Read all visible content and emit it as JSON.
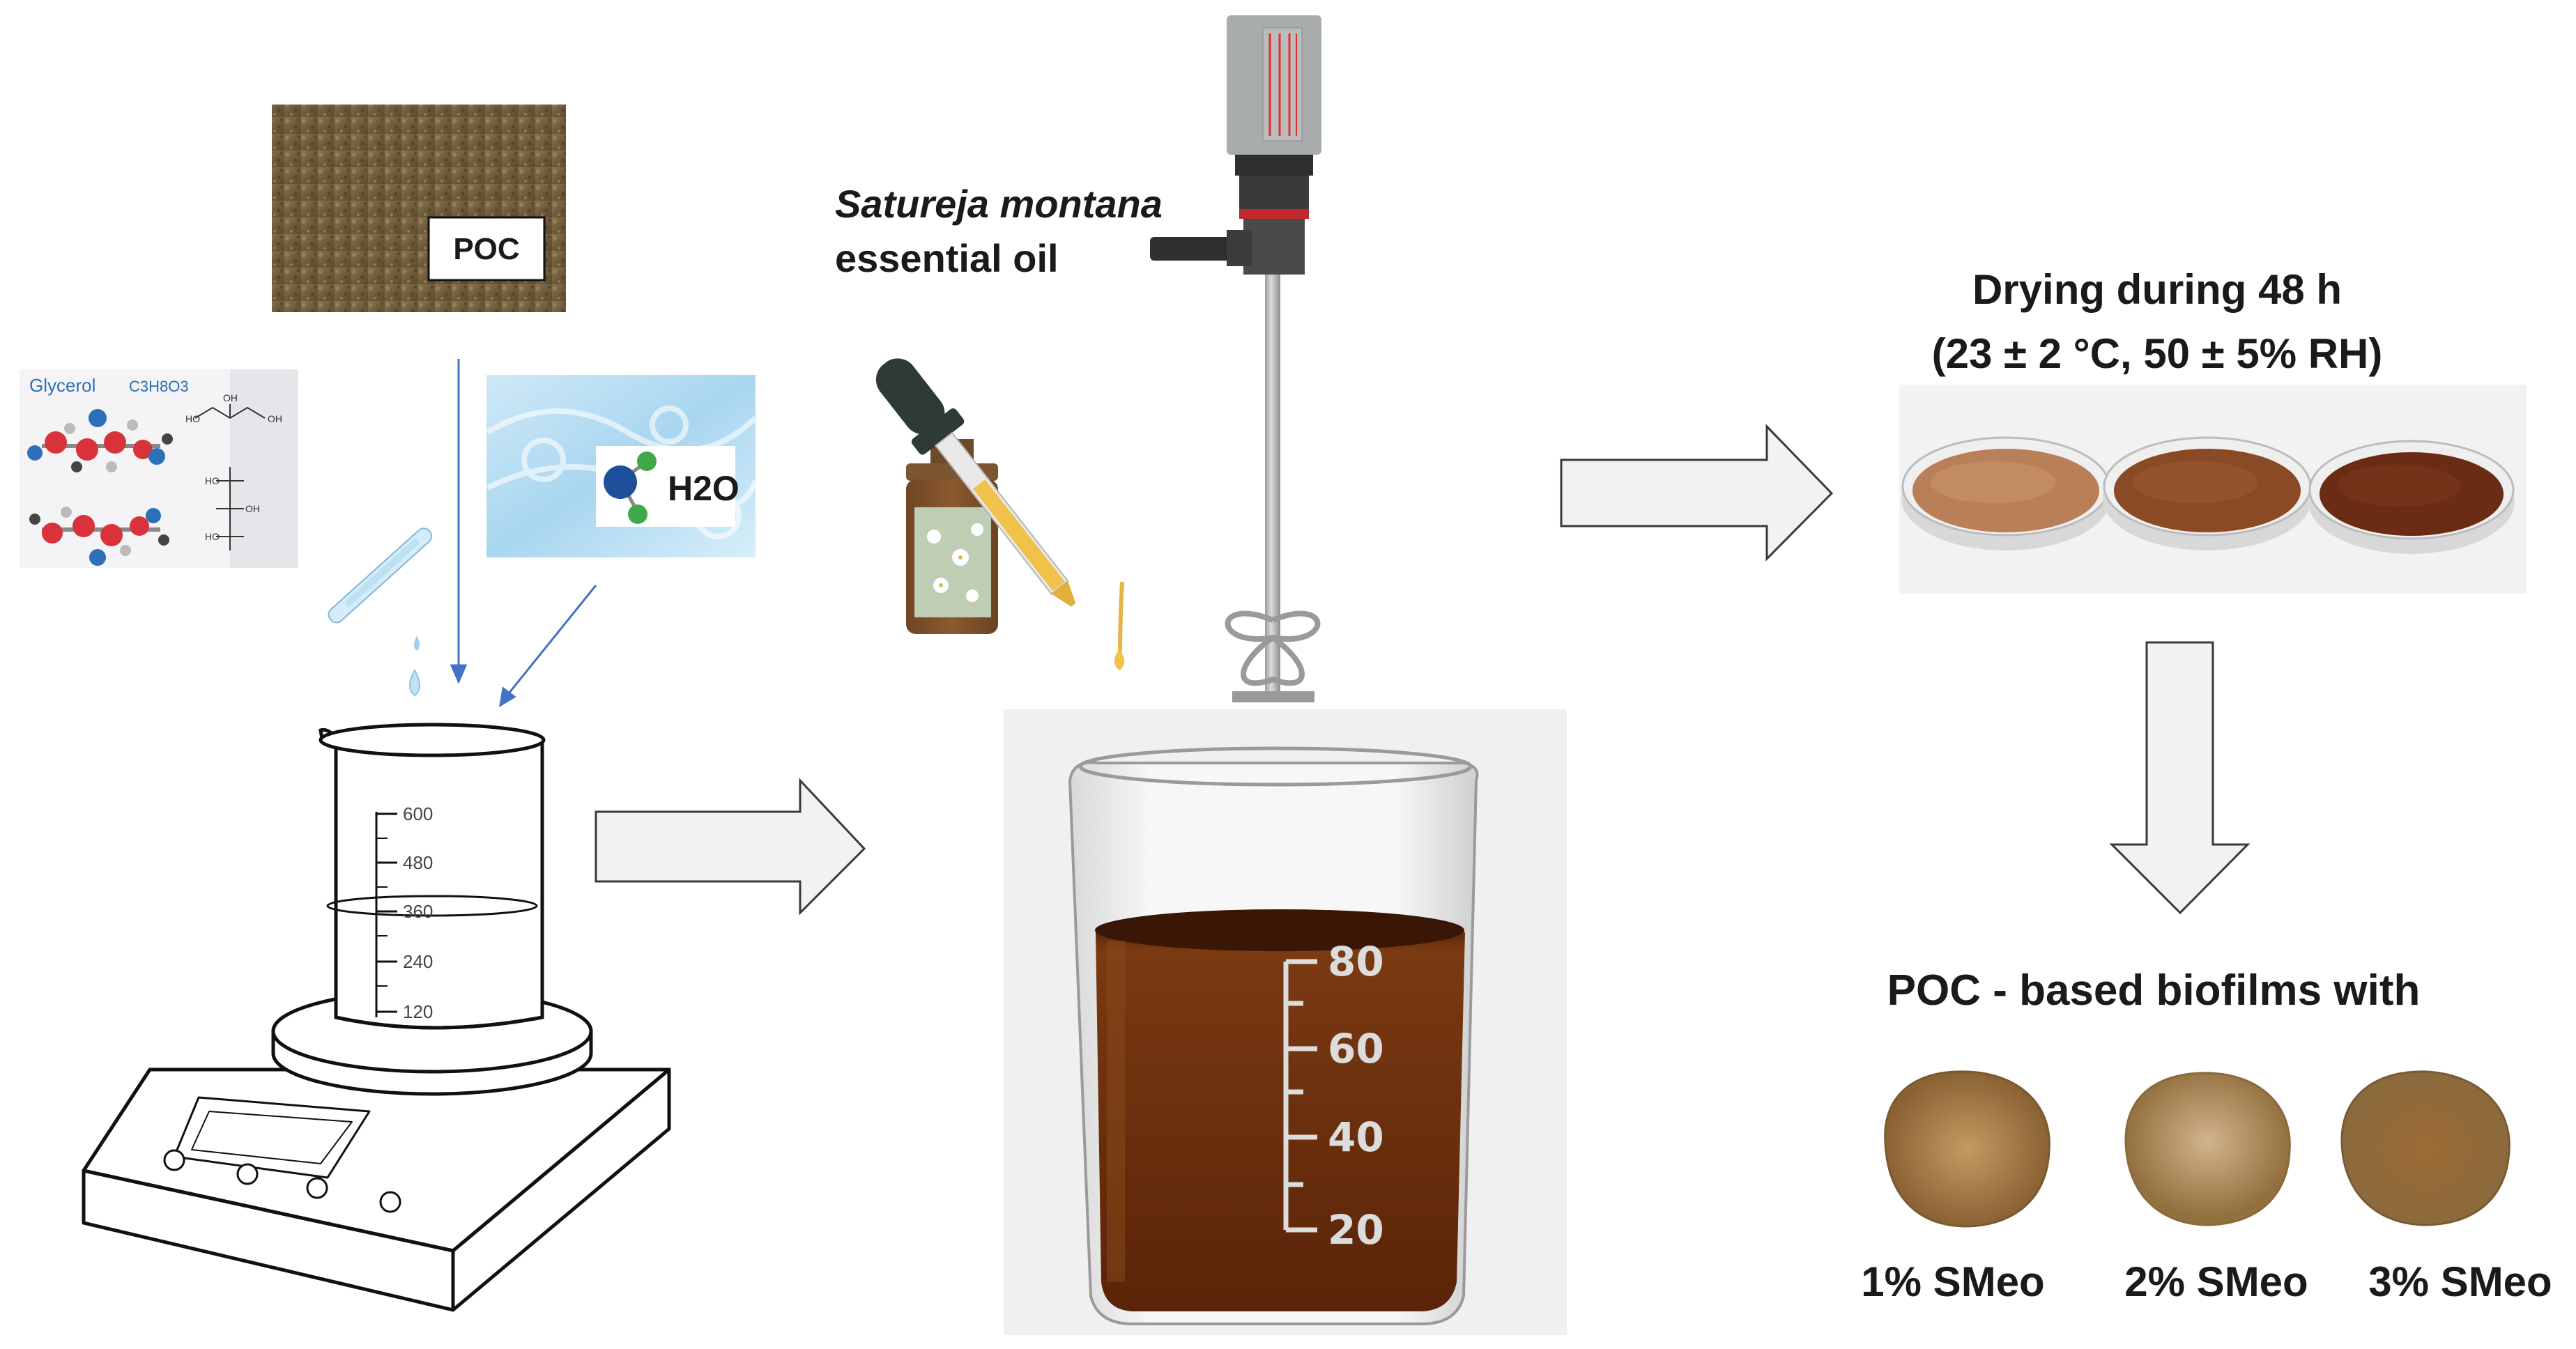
{
  "ingredients": {
    "poc_label": "POC",
    "glycerol_label": "Glycerol",
    "glycerol_formula": "C3H8O3",
    "water_label": "H2O"
  },
  "essential_oil": {
    "name_italic": "Satureja montana",
    "name_rest": "essential oil"
  },
  "stirrer_beaker_ticks": [
    "600",
    "480",
    "360",
    "240",
    "120"
  ],
  "oil_beaker_ticks": [
    "80",
    "60",
    "40",
    "20"
  ],
  "drying": {
    "line1": "Drying during 48 h",
    "line2": "(23 ± 2 °C, 50 ± 5% RH)"
  },
  "result": {
    "title": "POC - based biofilms with",
    "films": [
      "1% SMeo",
      "2% SMeo",
      "3% SMeo"
    ]
  },
  "colors": {
    "film_liquid": "#6b2e10",
    "petri_1": "#b97f58",
    "petri_2": "#8a4a26",
    "petri_3": "#6a2c14",
    "biofilm": "#a47a45",
    "arrow_fill": "#f2f2f2",
    "arrow_stroke": "#3a3a3a",
    "blue_arrow": "#4472c4"
  }
}
